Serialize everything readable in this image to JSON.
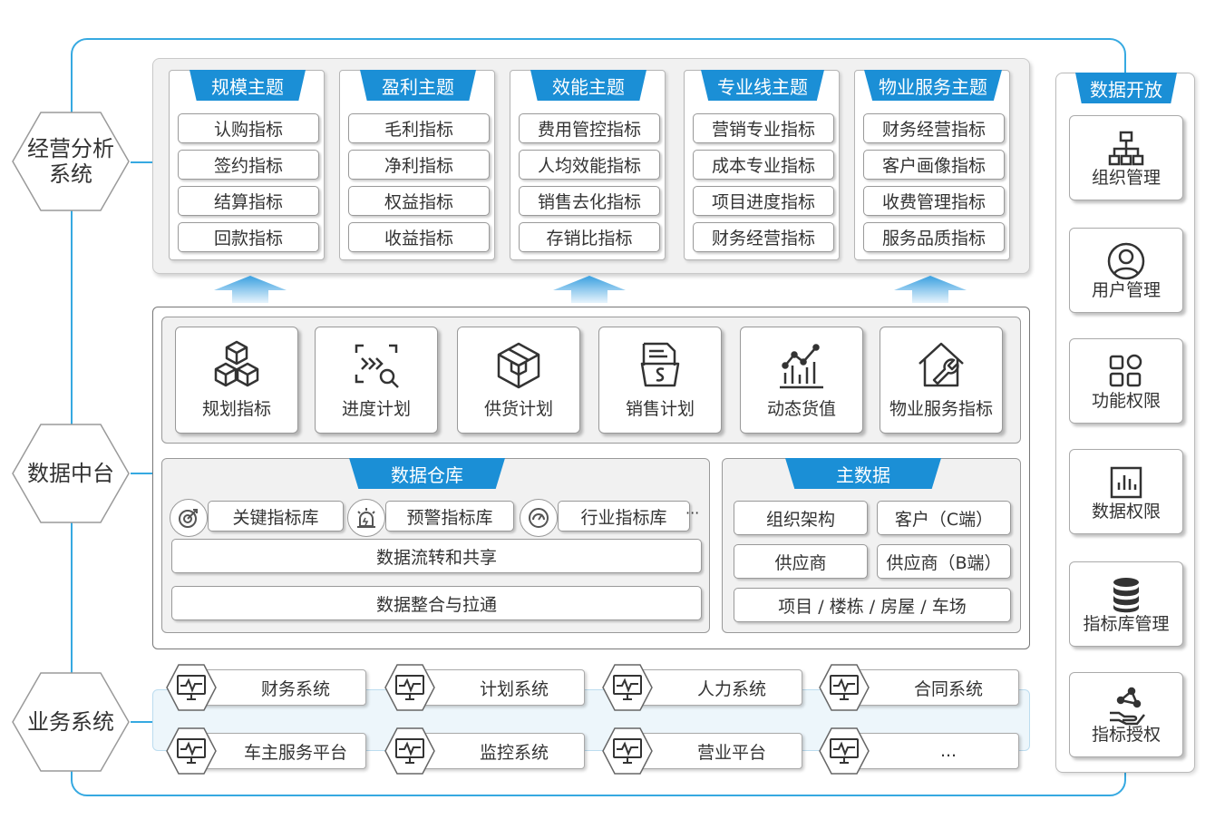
{
  "layers": {
    "top": "经营分析系统",
    "middle": "数据中台",
    "bottom": "业务系统"
  },
  "topics": [
    {
      "title": "规模主题",
      "items": [
        "认购指标",
        "签约指标",
        "结算指标",
        "回款指标"
      ]
    },
    {
      "title": "盈利主题",
      "items": [
        "毛利指标",
        "净利指标",
        "权益指标",
        "收益指标"
      ]
    },
    {
      "title": "效能主题",
      "items": [
        "费用管控指标",
        "人均效能指标",
        "销售去化指标",
        "存销比指标"
      ]
    },
    {
      "title": "专业线主题",
      "items": [
        "营销专业指标",
        "成本专业指标",
        "项目进度指标",
        "财务经营指标"
      ]
    },
    {
      "title": "物业服务主题",
      "items": [
        "财务经营指标",
        "客户画像指标",
        "收费管理指标",
        "服务品质指标"
      ]
    }
  ],
  "cards": [
    {
      "label": "规划指标",
      "icon": "cubes-icon"
    },
    {
      "label": "进度计划",
      "icon": "scan-search-icon"
    },
    {
      "label": "供货计划",
      "icon": "box-icon"
    },
    {
      "label": "销售计划",
      "icon": "document-money-icon"
    },
    {
      "label": "动态货值",
      "icon": "bar-line-chart-icon"
    },
    {
      "label": "物业服务指标",
      "icon": "house-wrench-icon"
    }
  ],
  "warehouse": {
    "title": "数据仓库",
    "libs": [
      "关键指标库",
      "预警指标库",
      "行业指标库"
    ],
    "more": "···",
    "flow": "数据流转和共享",
    "integrate": "数据整合与拉通"
  },
  "master": {
    "title": "主数据",
    "items": [
      "组织架构",
      "客户（C端）",
      "供应商",
      "供应商（B端）"
    ],
    "wide": "项目 / 楼栋 / 房屋 / 车场"
  },
  "systems": {
    "row1": [
      "财务系统",
      "计划系统",
      "人力系统",
      "合同系统"
    ],
    "row2": [
      "车主服务平台",
      "监控系统",
      "营业平台",
      "..."
    ]
  },
  "open": {
    "title": "数据开放",
    "items": [
      "组织管理",
      "用户管理",
      "功能权限",
      "数据权限",
      "指标库管理",
      "指标授权"
    ]
  },
  "colors": {
    "accent": "#1b8fd6",
    "line": "#36a9e1"
  }
}
